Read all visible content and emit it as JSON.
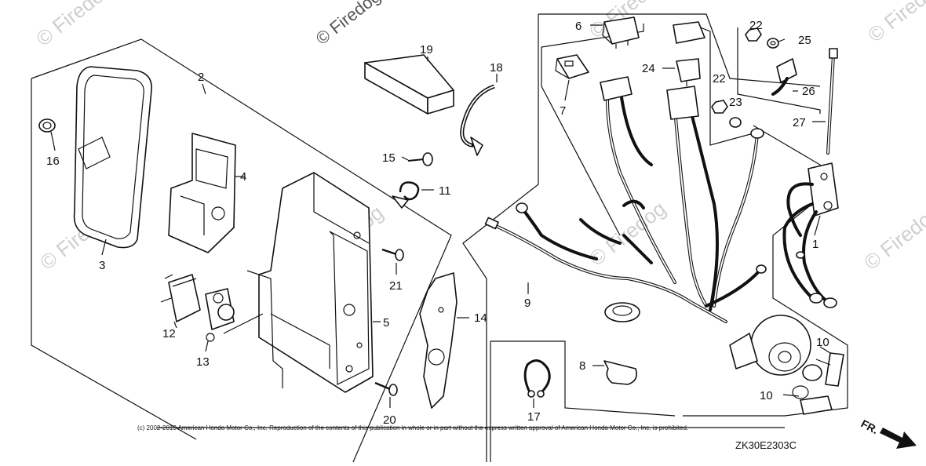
{
  "watermark": {
    "text": "© Firedog",
    "color": "#cfcfcf"
  },
  "callouts": {
    "c1": "1",
    "c2": "2",
    "c3": "3",
    "c4": "4",
    "c5": "5",
    "c6": "6",
    "c7": "7",
    "c8": "8",
    "c9": "9",
    "c10a": "10",
    "c10b": "10",
    "c11": "11",
    "c12": "12",
    "c13": "13",
    "c14": "14",
    "c15": "15",
    "c16": "16",
    "c17": "17",
    "c18": "18",
    "c19": "19",
    "c20": "20",
    "c21": "21",
    "c22a": "22",
    "c22b": "22",
    "c23": "23",
    "c24": "24",
    "c25": "25",
    "c26": "26",
    "c27": "27"
  },
  "footer": {
    "copyright": "(c) 2002-2013 American Honda Motor Co., Inc. Reproduction of the contents of this publication in whole or in part without the express written approval of American Honda Motor Co., Inc. is prohibited.",
    "diagram_code": "ZK30E2303C",
    "direction_label": "FR."
  }
}
